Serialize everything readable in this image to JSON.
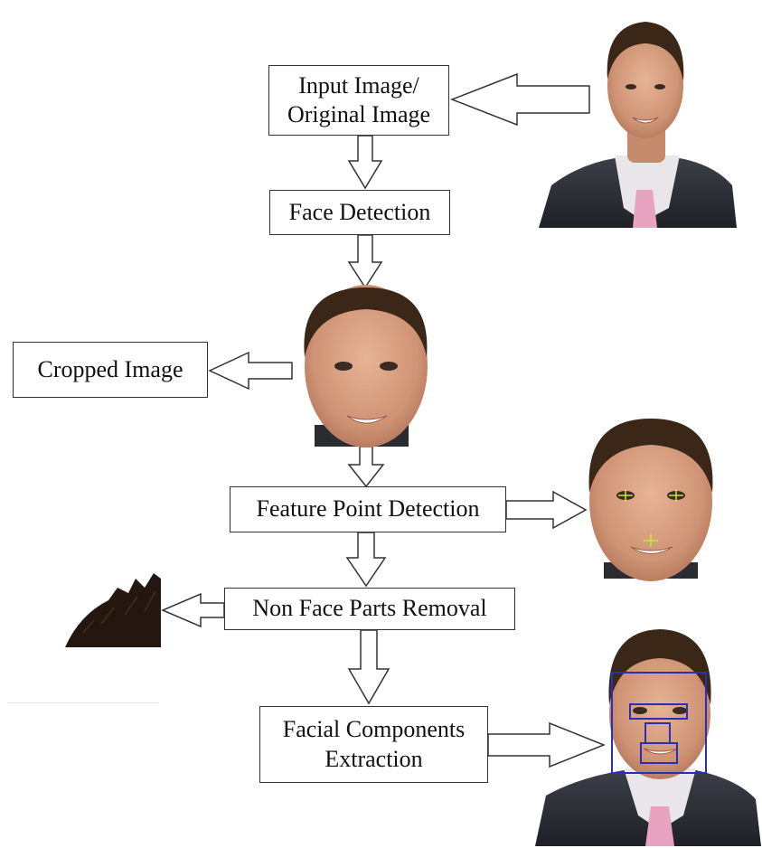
{
  "steps": {
    "input_line1": "Input Image/",
    "input_line2": "Original Image",
    "face_detection": "Face Detection",
    "cropped_image": "Cropped Image",
    "feature_point_detection": "Feature Point Detection",
    "non_face_parts_removal": "Non Face Parts Removal",
    "facial_components_line1": "Facial Components",
    "facial_components_line2": "Extraction"
  },
  "colors": {
    "box_border": "#333333",
    "detection_box": "#2b2fb8",
    "feature_point": "#c6e83a"
  }
}
